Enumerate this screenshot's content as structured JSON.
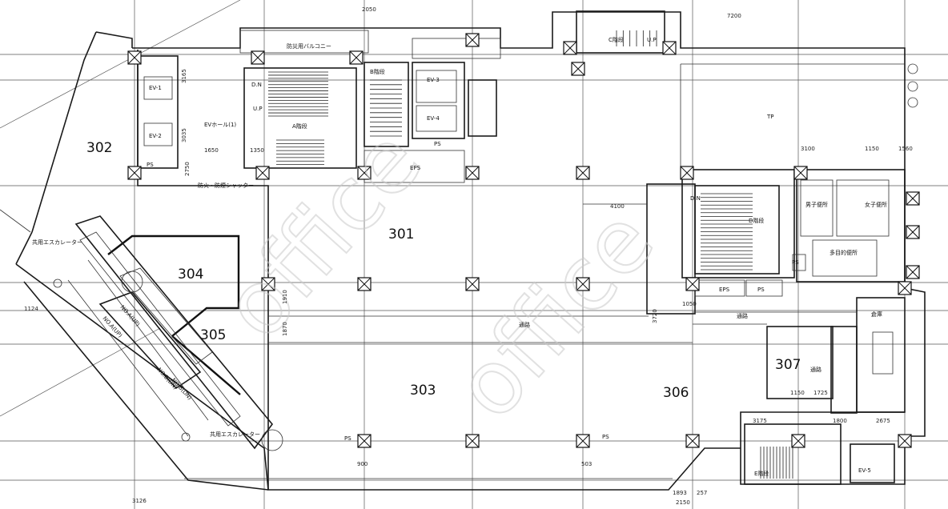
{
  "rooms": {
    "r301": "301",
    "r302": "302",
    "r303": "303",
    "r304": "304",
    "r305": "305",
    "r306": "306",
    "r307": "307"
  },
  "labels": {
    "stair_a": "A階段",
    "stair_d": "D階段",
    "stair_b": "B階段",
    "stair_c": "C階段",
    "stair_e": "E階段",
    "ev1": "EV-1",
    "ev2": "EV-2",
    "ev3": "EV-3",
    "ev4": "EV-4",
    "ev5": "EV-5",
    "ev_hall": "EVホール(1)",
    "eps_top": "EPS",
    "ps_top": "PS",
    "ps_left": "PS",
    "eps_right": "EPS",
    "ps_right": "PS",
    "ps_col": "PS",
    "ps_bottom_left": "PS",
    "ps_bottom_right": "PS",
    "tp": "TP",
    "corridor_1": "通路",
    "corridor_2": "通路",
    "corridor_3": "通路",
    "storage": "倉庫",
    "wc_m": "男子便所",
    "wc_f": "女子便所",
    "wc_multi": "多目的便所",
    "esc_a": "NO.A(UP)",
    "esc_b": "NO.B(DN)",
    "esc_common": "共用エスカレーター",
    "balcony": "防災用バルコニー",
    "shutter": "防火・防煙シャッター",
    "up": "U.P",
    "dn": "D.N"
  },
  "dimensions": {
    "d2050": "2050",
    "d7200": "7200",
    "d3165": "3165",
    "d3035": "3035",
    "d1650": "1650",
    "d1350": "1350",
    "d2750": "2750",
    "d4100": "4100",
    "d3100": "3100",
    "d1150": "1150",
    "d1560": "1560",
    "d1050": "1050",
    "d3720": "3720",
    "d1910": "1910",
    "d1870": "1870",
    "d3175": "3175",
    "d1800": "1800",
    "d2675": "2675",
    "d1725": "1725",
    "d1124": "1124",
    "d3126": "3126",
    "d2150": "2150",
    "d1893": "1893",
    "d257": "257",
    "d900": "900",
    "d503": "503"
  },
  "watermark": "office"
}
